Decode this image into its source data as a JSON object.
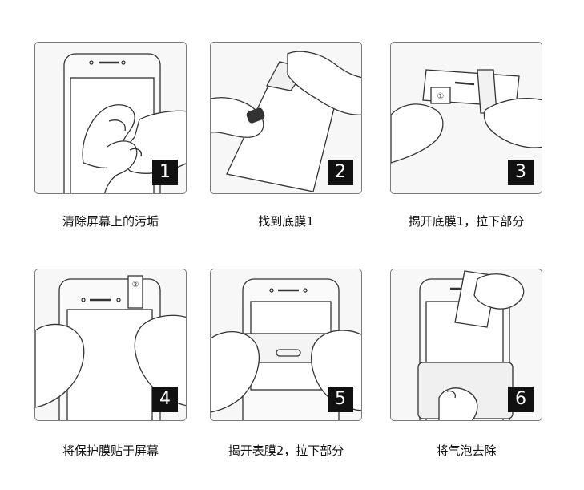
{
  "steps": [
    {
      "number": "1",
      "caption": "清除屏幕上的污垢"
    },
    {
      "number": "2",
      "caption": "找到底膜1"
    },
    {
      "number": "3",
      "caption": "揭开底膜1，拉下部分"
    },
    {
      "number": "4",
      "caption": "将保护膜贴于屏幕"
    },
    {
      "number": "5",
      "caption": "揭开表膜2，拉下部分"
    },
    {
      "number": "6",
      "caption": "将气泡去除"
    }
  ],
  "film_labels": {
    "film_1": "①",
    "film_2": "②"
  }
}
